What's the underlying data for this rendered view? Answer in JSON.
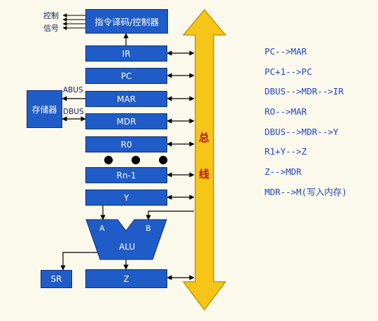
{
  "control_unit": "指令译码/控制器",
  "control_signal_label": [
    "控制",
    "信号"
  ],
  "registers": {
    "ir": "IR",
    "pc": "PC",
    "mar": "MAR",
    "mdr": "MDR",
    "r0": "R0",
    "rn1": "Rn-1",
    "y": "Y",
    "z": "Z",
    "sr": "SR"
  },
  "memory": "存储器",
  "abus": "ABUS",
  "dbus": "DBUS",
  "ellipsis": "● ● ●",
  "alu": {
    "name": "ALU",
    "input_a": "A",
    "input_b": "B"
  },
  "bus": {
    "label_top": "总",
    "label_bottom": "线",
    "color": "#f5c518"
  },
  "steps": [
    "PC-->MAR",
    "PC+1-->PC",
    "DBUS-->MDR-->IR",
    "RO-->MAR",
    "DBUS-->MDR-->Y",
    "R1+Y-->Z",
    "Z-->MDR",
    "MDR-->M(写入内存)"
  ],
  "colors": {
    "register": "#1f5cc7",
    "note_text": "#2146c4",
    "bus_text": "#c01010"
  }
}
